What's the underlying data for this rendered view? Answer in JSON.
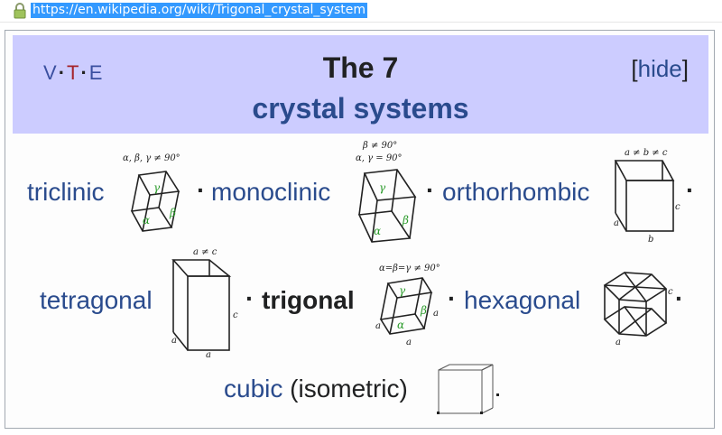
{
  "address_bar": {
    "url": "https://en.wikipedia.org/wiki/Trigonal_crystal_system"
  },
  "navbox": {
    "vte": {
      "v": "V",
      "t": "T",
      "e": "E",
      "dot": "·"
    },
    "title_line1": "The 7",
    "title_line2": "crystal systems",
    "hide": {
      "open": "[",
      "label": "hide",
      "close": "]"
    },
    "separator": "·",
    "items": {
      "triclinic": "triclinic",
      "monoclinic": "monoclinic",
      "orthorhombic": "orthorhombic",
      "tetragonal": "tetragonal",
      "trigonal": "trigonal",
      "hexagonal": "hexagonal",
      "cubic": "cubic",
      "isometric": "(isometric)"
    },
    "captions": {
      "triclinic": "α, β, γ ≠ 90°",
      "monoclinic_1": "β ≠ 90°",
      "monoclinic_2": "α, γ = 90°",
      "orthorhombic": "a ≠ b ≠ c",
      "tetragonal": "a ≠ c",
      "trigonal": "α=β=γ ≠ 90°"
    },
    "greek": {
      "alpha": "α",
      "beta": "β",
      "gamma": "γ"
    },
    "letters": {
      "a": "a",
      "b": "b",
      "c": "c"
    }
  }
}
